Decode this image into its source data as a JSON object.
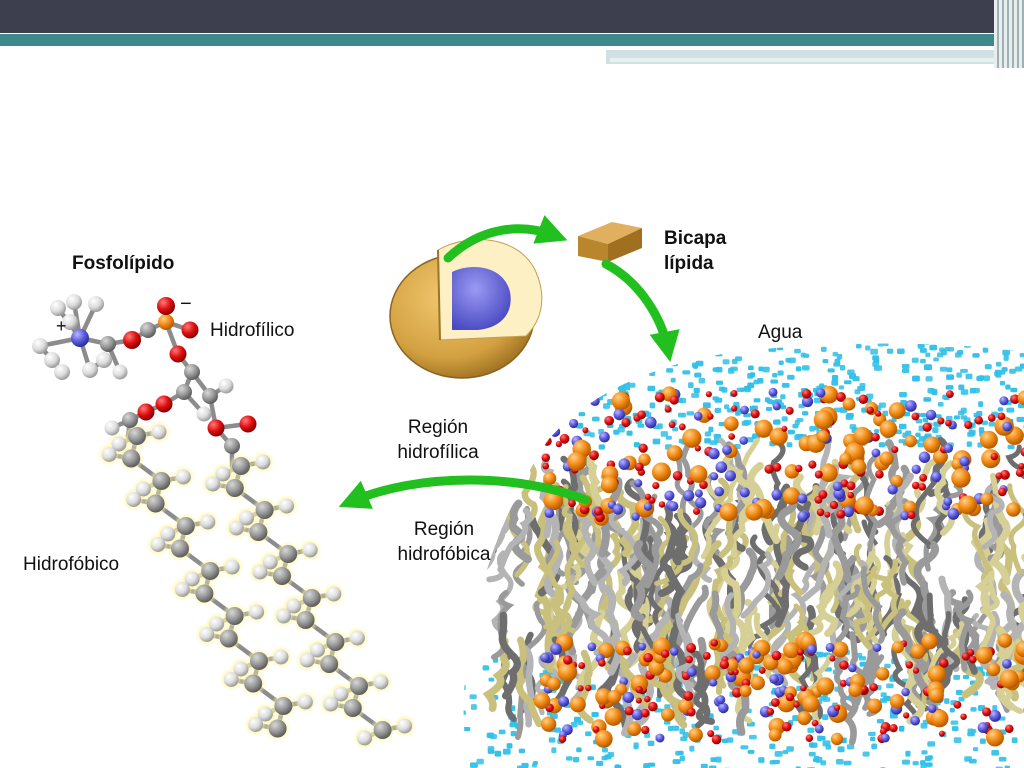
{
  "labels": {
    "phospholipid": "Fosfolípido",
    "hydrophilic": "Hidrofílico",
    "hydrophobic": "Hidrofóbico",
    "bilayer": "Bicapa\nlípida",
    "water": "Agua",
    "hydrophilic_region": "Región\nhidrofílica",
    "hydrophobic_region": "Región\nhidrofóbica"
  },
  "charges": {
    "positive": "+",
    "negative": "−"
  },
  "colors": {
    "header_dark": "#3d3f4f",
    "header_teal": "#3e8a8b",
    "arrow_green": "#22c01e",
    "water": "#33c0e8",
    "tail_grey": "#9a9a9a",
    "tail_khaki": "#c8c07c",
    "head_orange": "#f28a12",
    "nitrogen_blue": "#6c6ce4",
    "oxygen_red": "#e01010",
    "cell_tan": "#d2a040",
    "nucleus_blue": "#6d6de2"
  }
}
